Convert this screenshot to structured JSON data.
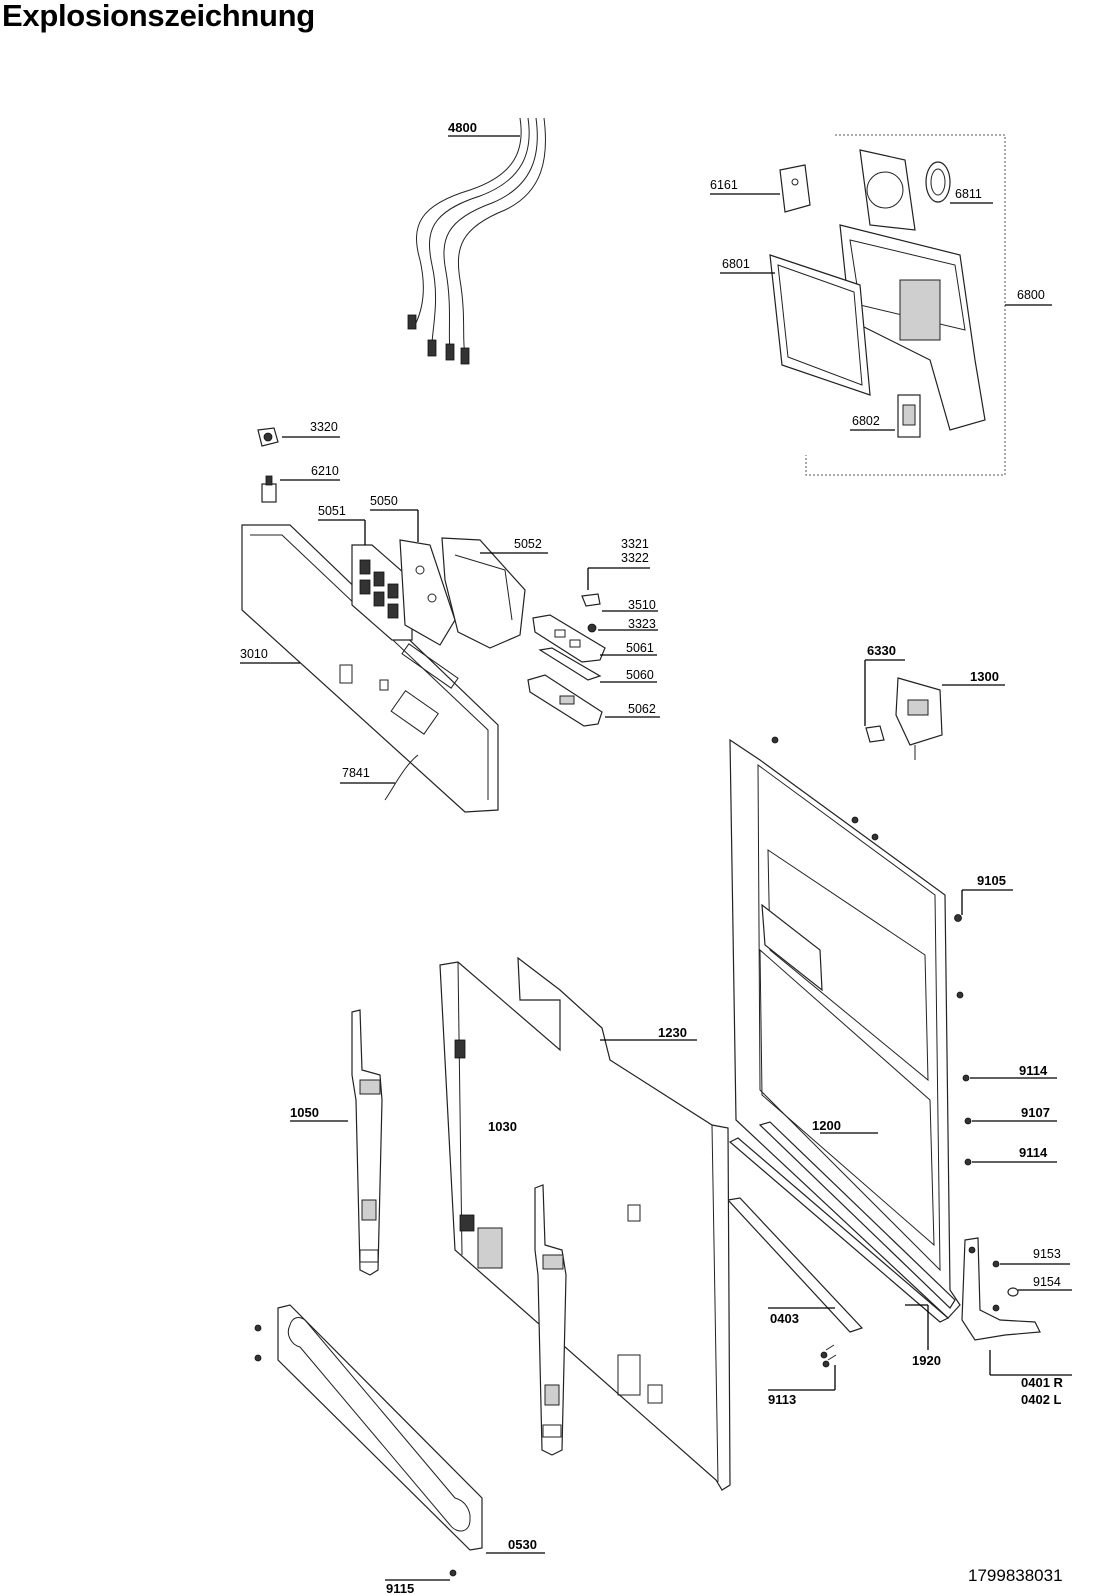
{
  "title": "Explosionszeichnung",
  "document_number": "1799838031",
  "labels": {
    "l4800": "4800",
    "l6161": "6161",
    "l6811": "6811",
    "l6801": "6801",
    "l6800": "6800",
    "l6802": "6802",
    "l3320": "3320",
    "l6210": "6210",
    "l5051": "5051",
    "l5050": "5050",
    "l5052": "5052",
    "l3321": "3321",
    "l3322": "3322",
    "l3510": "3510",
    "l3323": "3323",
    "l5061": "5061",
    "l5060": "5060",
    "l5062": "5062",
    "l3010": "3010",
    "l7841": "7841",
    "l6330": "6330",
    "l1300": "1300",
    "l9105": "9105",
    "l1230": "1230",
    "l1050": "1050",
    "l1030": "1030",
    "l1200": "1200",
    "l9114a": "9114",
    "l9107": "9107",
    "l9114b": "9114",
    "l9153": "9153",
    "l9154": "9154",
    "l0403": "0403",
    "l1920": "1920",
    "l0401": "0401 R",
    "l0402": "0402 L",
    "l9113": "9113",
    "l0530": "0530",
    "l9115": "9115"
  }
}
